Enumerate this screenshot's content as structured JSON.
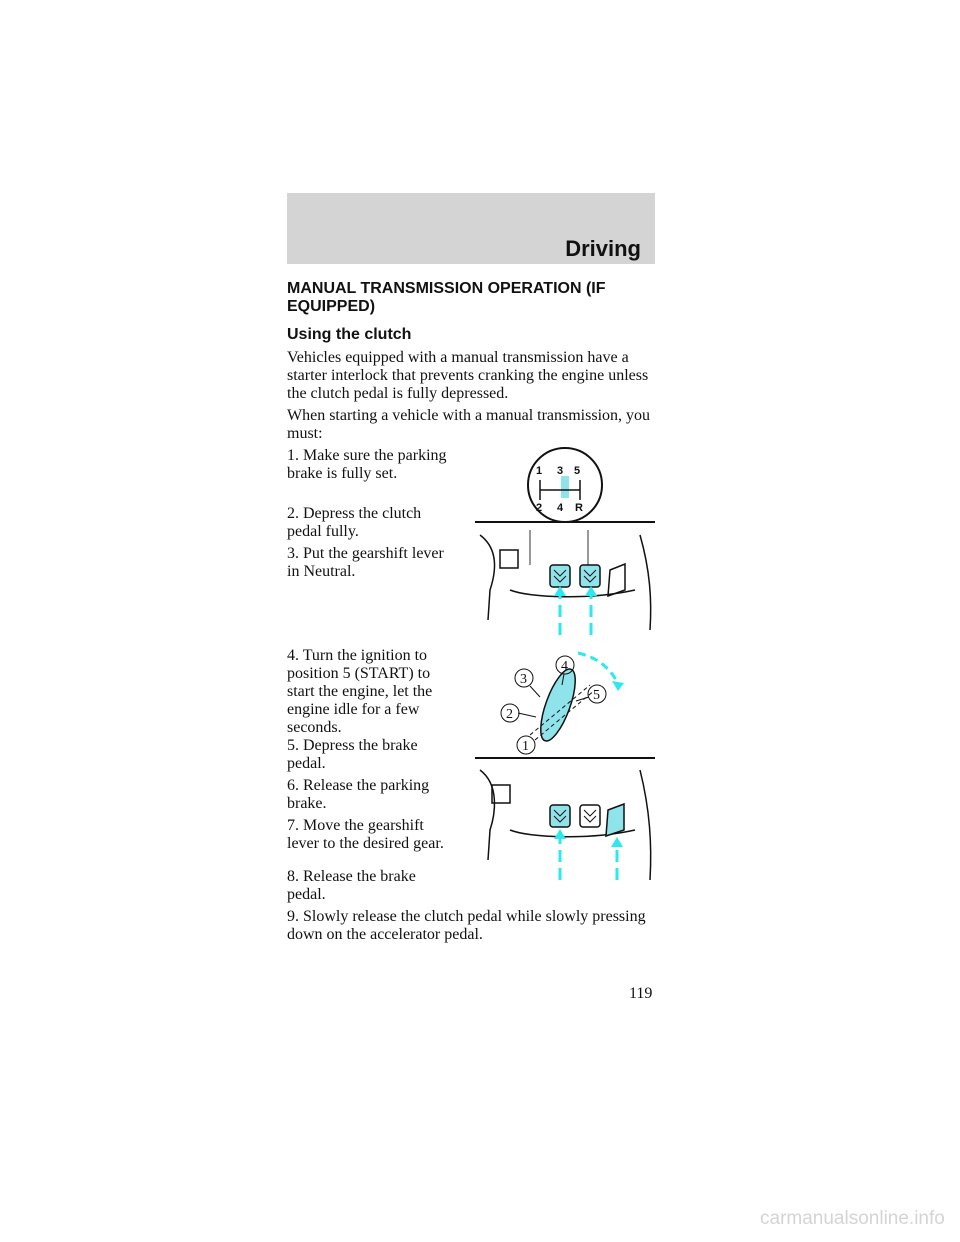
{
  "header": {
    "section": "Driving"
  },
  "section_title": "MANUAL TRANSMISSION OPERATION (IF EQUIPPED)",
  "subsection": "Using the clutch",
  "paragraphs": [
    "Vehicles equipped with a manual transmission have a starter interlock that prevents cranking the engine unless the clutch pedal is fully depressed.",
    "When starting a vehicle with a manual transmission, you must:"
  ],
  "steps": [
    "1. Make sure the parking brake is fully set.",
    "2. Depress the clutch pedal fully.",
    "3. Put the gearshift lever in Neutral.",
    "4. Turn the ignition to position 5 (START) to start the engine, let the engine idle for a few seconds.",
    "5. Depress the brake pedal.",
    "6. Release the parking brake.",
    "7. Move the gearshift lever to the desired gear.",
    "8. Release the brake pedal.",
    "9. Slowly release the clutch pedal while slowly pressing down on the accelerator pedal."
  ],
  "shift_pattern": {
    "top": [
      "1",
      "3",
      "5"
    ],
    "bottom": [
      "2",
      "4",
      "R"
    ]
  },
  "ignition_positions": [
    "1",
    "2",
    "3",
    "4",
    "5"
  ],
  "page_number": "119",
  "watermark": "carmanualsonline.info",
  "colors": {
    "header_band": "#d4d4d4",
    "accent": "#2ee8f0",
    "pedal": "#8fe3ea"
  }
}
